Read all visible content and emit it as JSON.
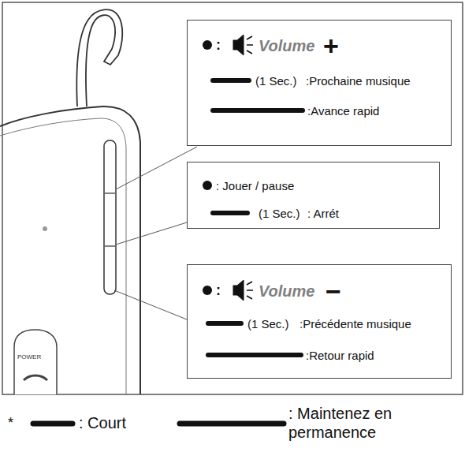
{
  "diagram": {
    "nodes": [
      {
        "text": [
          ":",
          "Volume",
          "+",
          "(1 Sec.)",
          ":Prochaine musique",
          ":Avance rapid"
        ]
      },
      {
        "text": [
          ": Jouer / pause",
          "(1 Sec.)",
          ": Arrét"
        ]
      },
      {
        "text": [
          ":",
          "Volume",
          "−",
          "(1 Sec.)",
          ":Précédente musique",
          ":Retour rapid"
        ]
      }
    ],
    "labels": [
      "POWER",
      "*"
    ],
    "legend": [
      {
        "text": ": Court"
      },
      {
        "text": ": Maintenez en permanence"
      }
    ]
  }
}
